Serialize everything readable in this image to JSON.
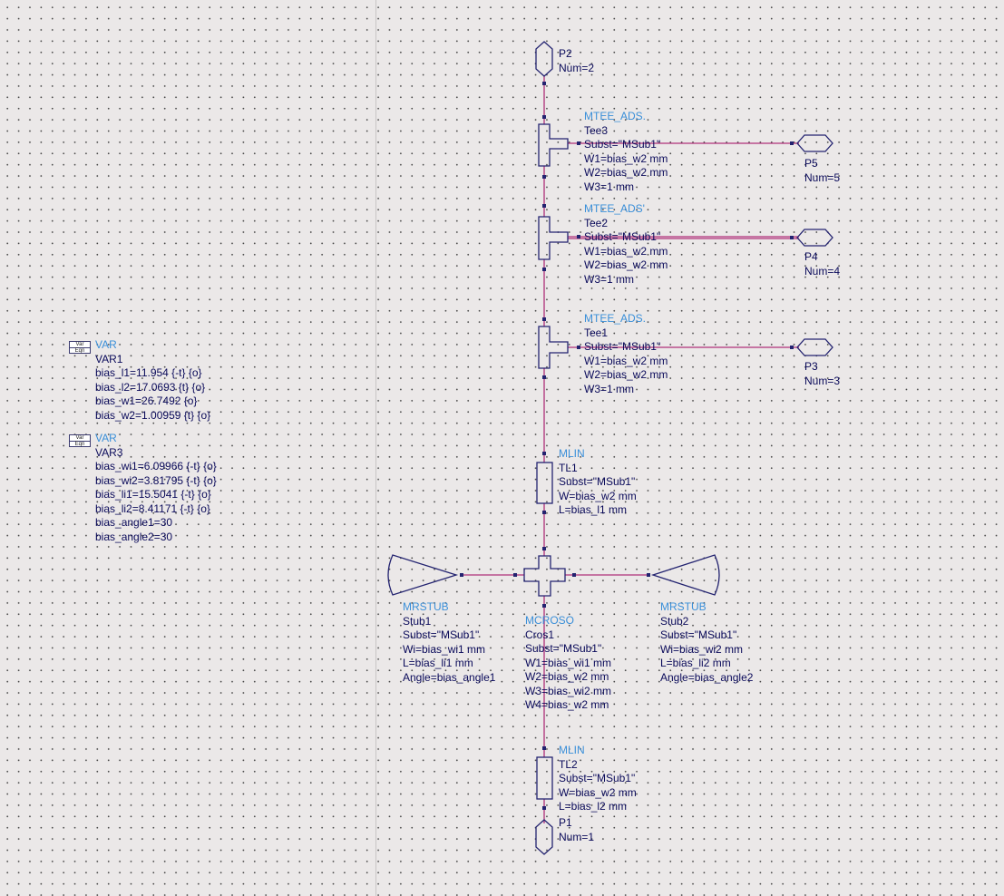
{
  "variables": [
    {
      "icon": {
        "top": "Var",
        "bottom": "Eqn"
      },
      "type": "VAR",
      "name": "VAR1",
      "params": [
        "bias_l1=11.954 {-t} {o}",
        "bias_l2=17.0693 {t} {o}",
        "bias_w1=26.7492 {o}",
        "bias_w2=1.00959 {t} {o}"
      ]
    },
    {
      "icon": {
        "top": "Var",
        "bottom": "Eqn"
      },
      "type": "VAR",
      "name": "VAR3",
      "params": [
        "bias_wi1=6.09966 {-t} {o}",
        "bias_wi2=3.81795 {-t} {o}",
        "bias_li1=15.5041 {-t} {o}",
        "bias_li2=8.41171 {-t} {o}",
        "bias_angle1=30",
        "bias_angle2=30"
      ]
    }
  ],
  "ports": {
    "p2": {
      "name": "P2",
      "num": "Num=2"
    },
    "p5": {
      "name": "P5",
      "num": "Num=5"
    },
    "p4": {
      "name": "P4",
      "num": "Num=4"
    },
    "p3": {
      "name": "P3",
      "num": "Num=3"
    },
    "p1": {
      "name": "P1",
      "num": "Num=1"
    }
  },
  "tees": {
    "tee3": {
      "type": "MTEE_ADS.",
      "name": "Tee3",
      "params": [
        "Subst=\"MSub1\"",
        "W1=bias_w2 mm",
        "W2=bias_w2 mm",
        "W3=1 mm"
      ]
    },
    "tee2": {
      "type": "MTEE_ADS'",
      "name": "Tee2",
      "params": [
        "Subst=\"MSub1\"",
        "W1=bias_w2 mm",
        "W2=bias_w2 mm",
        "W3=1 mm"
      ]
    },
    "tee1": {
      "type": "MTEE_ADS.",
      "name": "Tee1",
      "params": [
        "Subst=\"MSub1\"",
        "W1=bias_w2 mm",
        "W2=bias_w2 mm",
        "W3=1 mm"
      ]
    }
  },
  "lines": {
    "tl1": {
      "type": "MLIN",
      "name": "TL1",
      "params": [
        "Subst=\"MSub1\"",
        "W=bias_w2 mm",
        "L=bias_l1 mm"
      ]
    },
    "tl2": {
      "type": "MLIN",
      "name": "TL2",
      "params": [
        "Subst=\"MSub1\"",
        "W=bias_w2 mm",
        "L=bias_l2 mm"
      ]
    }
  },
  "stubs": {
    "stub1": {
      "type": "MRSTUB",
      "name": "Stub1",
      "params": [
        "Subst=\"MSub1\"",
        "Wi=bias_wi1 mm",
        "L=bias_li1 mm",
        "Angle=bias_angle1"
      ]
    },
    "stub2": {
      "type": "MRSTUB",
      "name": "Stub2",
      "params": [
        "Subst=\"MSub1\"",
        "Wi=bias_wi2 mm",
        "L=bias_li2 mm",
        "Angle=bias_angle2"
      ]
    }
  },
  "cross": {
    "type": "MCROSO",
    "name": "Cros1",
    "params": [
      "Subst=\"MSub1\"",
      "W1=bias_wi1 mm",
      "W2=bias_w2 mm",
      "W3=bias_wi2 mm",
      "W4=bias_w2 mm"
    ]
  },
  "colors": {
    "wire": "#b0307a",
    "component": "#232370",
    "type_label": "#3a8fd9",
    "text": "#0a0a5a",
    "background": "#ebe8e8"
  }
}
